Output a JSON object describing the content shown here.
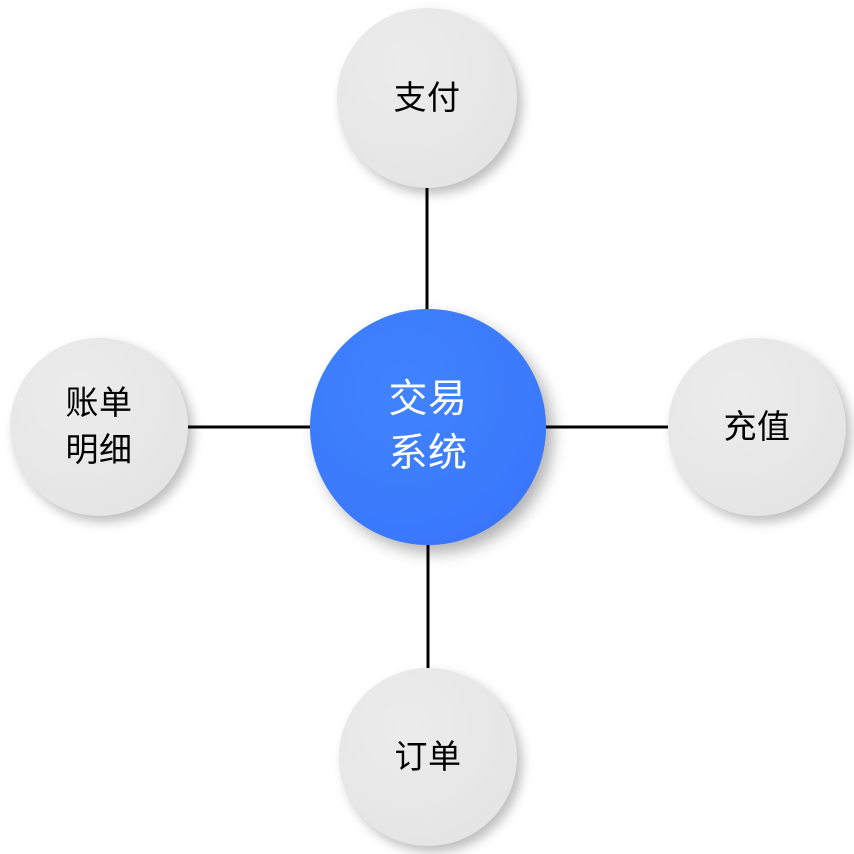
{
  "diagram": {
    "type": "hub-and-spoke",
    "background_color": "#ffffff",
    "center": {
      "id": "center",
      "label": "交易\n系统",
      "label_lines": [
        "交易",
        "系统"
      ],
      "fill_color": "#3b7bfc",
      "text_color": "#ffffff"
    },
    "satellites": [
      {
        "id": "top",
        "position": "top",
        "label": "支付",
        "label_lines": [
          "支付"
        ],
        "fill_color": "#e7e7e7",
        "text_color": "#000000"
      },
      {
        "id": "left",
        "position": "left",
        "label": "账单\n明细",
        "label_lines": [
          "账单",
          "明细"
        ],
        "fill_color": "#e7e7e7",
        "text_color": "#000000"
      },
      {
        "id": "right",
        "position": "right",
        "label": "充值",
        "label_lines": [
          "充值"
        ],
        "fill_color": "#e7e7e7",
        "text_color": "#000000"
      },
      {
        "id": "bottom",
        "position": "bottom",
        "label": "订单",
        "label_lines": [
          "订单"
        ],
        "fill_color": "#e7e7e7",
        "text_color": "#000000"
      }
    ],
    "edges": [
      {
        "id": "edge-center-top",
        "from": "center",
        "to": "top",
        "color": "#000000"
      },
      {
        "id": "edge-center-left",
        "from": "center",
        "to": "left",
        "color": "#000000"
      },
      {
        "id": "edge-center-right",
        "from": "center",
        "to": "right",
        "color": "#000000"
      },
      {
        "id": "edge-center-bottom",
        "from": "center",
        "to": "bottom",
        "color": "#000000"
      }
    ]
  }
}
